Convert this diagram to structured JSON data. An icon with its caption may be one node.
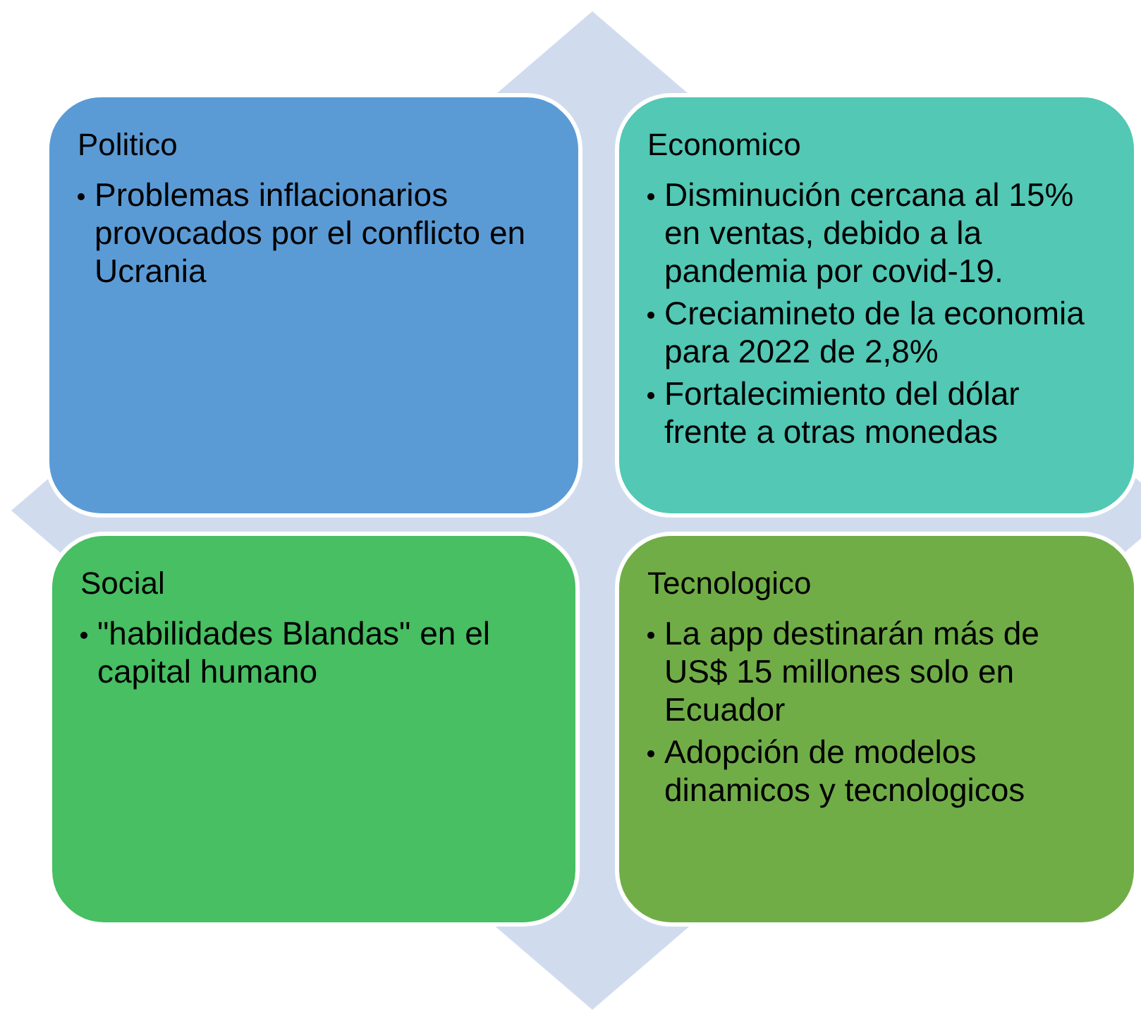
{
  "diagram": {
    "nodes": [
      {
        "text": [
          "Politico",
          "Problemas inflacionarios provocados por el conflicto en Ucrania"
        ]
      },
      {
        "text": [
          "Economico",
          "Disminución cercana al 15% en ventas, debido a la pandemia por covid-19.",
          "Creciamineto de  la economia para 2022 de 2,8%",
          "Fortalecimiento del dólar frente a otras monedas"
        ]
      },
      {
        "text": [
          "Social",
          "\"habilidades Blandas\" en el capital humano"
        ]
      },
      {
        "text": [
          "Tecnologico",
          "La app destinarán más de US$ 15 millones solo en Ecuador",
          "Adopción de modelos dinamicos y tecnologicos"
        ]
      }
    ]
  }
}
